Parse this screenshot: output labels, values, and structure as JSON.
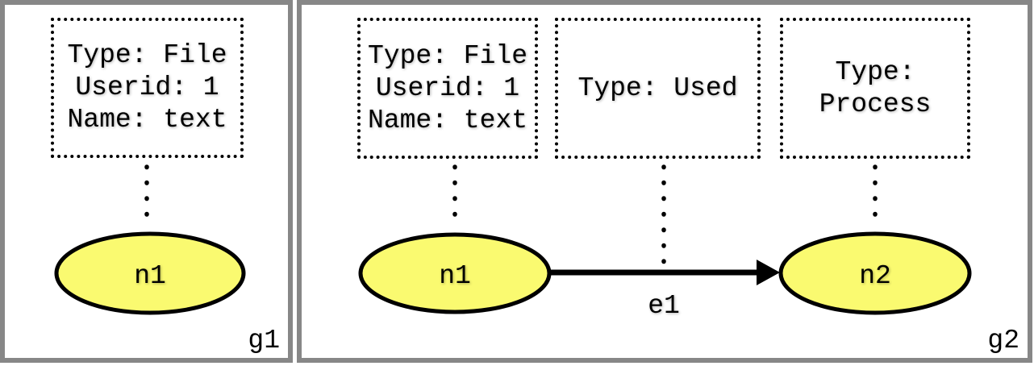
{
  "diagram": {
    "kind": "graph-comparison",
    "colors": {
      "node_fill": "#FAFA70",
      "node_stroke": "#000000",
      "panel_border": "#878787",
      "box_border": "#000000",
      "background": "#FFFFFF"
    },
    "panels": [
      {
        "label": "g1",
        "nodes": [
          {
            "label": "n1",
            "properties": [
              "Type: File",
              "Userid: 1",
              "Name: text"
            ]
          }
        ],
        "edges": []
      },
      {
        "label": "g2",
        "nodes": [
          {
            "label": "n1",
            "properties": [
              "Type: File",
              "Userid: 1",
              "Name: text"
            ]
          },
          {
            "label": "n2",
            "properties": [
              "Type:",
              "Process"
            ]
          }
        ],
        "edges": [
          {
            "label": "e1",
            "from": "n1",
            "to": "n2",
            "properties": [
              "Type: Used"
            ]
          }
        ]
      }
    ]
  }
}
